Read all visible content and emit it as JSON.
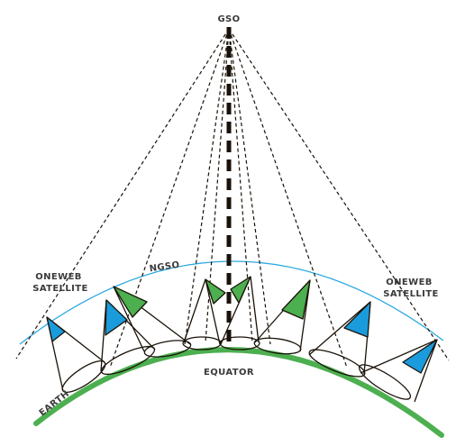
{
  "labels": {
    "gso": "GSO",
    "ngso": "NGSO",
    "equator": "EQUATOR",
    "earth": "EARTH",
    "left_satellite": [
      "ONEWEB",
      "SATELLITE"
    ],
    "right_satellite": [
      "ONEWEB",
      "SATELLITE"
    ]
  },
  "colors": {
    "earth": "#4caf50",
    "ngso_orbit": "#29a8e0",
    "interference_zone_green": "#4caf50",
    "satellite_blue": "#1a9bdc",
    "lines": "#1a1208"
  }
}
